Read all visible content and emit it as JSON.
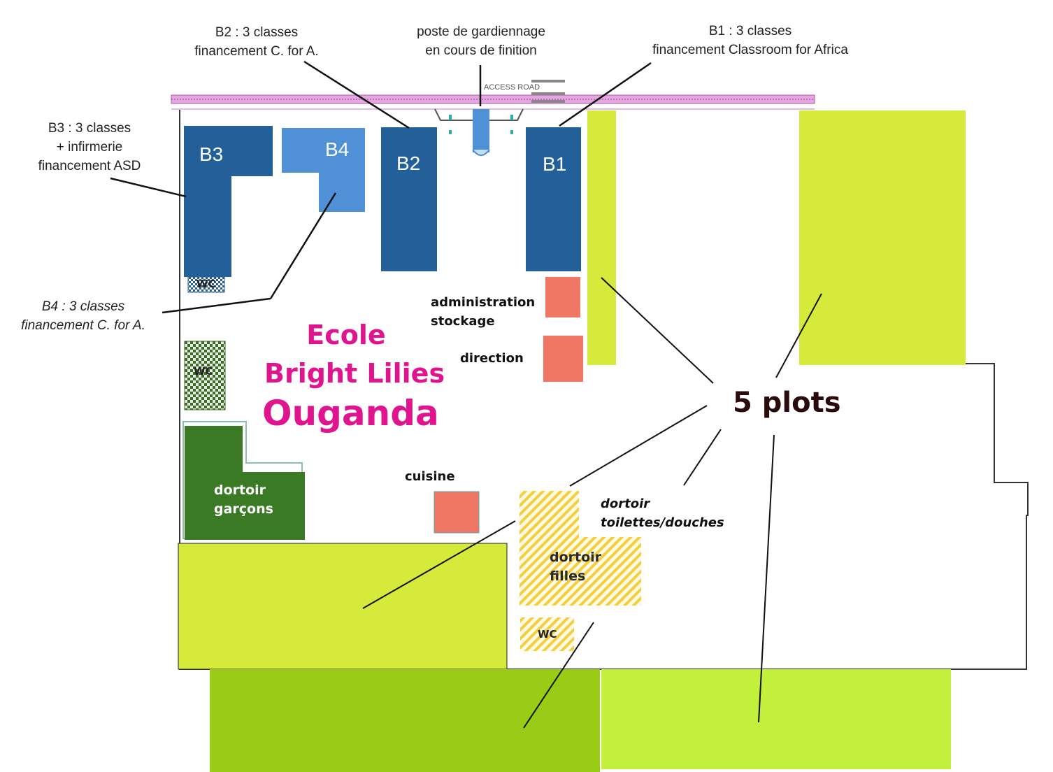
{
  "labels": {
    "b2": [
      "B2 : 3 classes",
      "financement C. for A."
    ],
    "guard": [
      "poste de gardiennage",
      "en cours de finition"
    ],
    "b1": [
      "B1 : 3 classes",
      "financement Classroom for Africa"
    ],
    "b3": [
      "B3 : 3 classes",
      "+ infirmerie",
      "financement ASD"
    ],
    "b4": [
      "B4 : 3 classes",
      "financement C. for A."
    ]
  },
  "road_label": "ACCESS ROAD",
  "buildings": {
    "b1": "B1",
    "b2": "B2",
    "b3": "B3",
    "b4": "B4"
  },
  "wc": {
    "top": "WC",
    "left": "WC",
    "bottom": "WC"
  },
  "rooms": {
    "admin": [
      "administration",
      "stockage"
    ],
    "direction": "direction",
    "cuisine": "cuisine",
    "dortoir_toilettes": [
      "dortoir",
      "toilettes/douches"
    ],
    "dortoir_filles": [
      "dortoir",
      "filles"
    ],
    "dortoir_garcons": [
      "dortoir",
      "garçons"
    ]
  },
  "school_name": [
    "Ecole",
    "Bright Lilies",
    "Ouganda"
  ],
  "plots_label": "5 plots",
  "colors": {
    "building_dark_blue": "#235f98",
    "building_light_blue": "#4f90d6",
    "dorm_green": "#3a7a25",
    "plot_lime": "#d6ea3b",
    "plot_green": "#98cc17",
    "plot_bright": "#c3f03a",
    "room_salmon": "#f07763",
    "hatch_yellow": "#f5cf3a",
    "title_magenta": "#e0148f"
  }
}
